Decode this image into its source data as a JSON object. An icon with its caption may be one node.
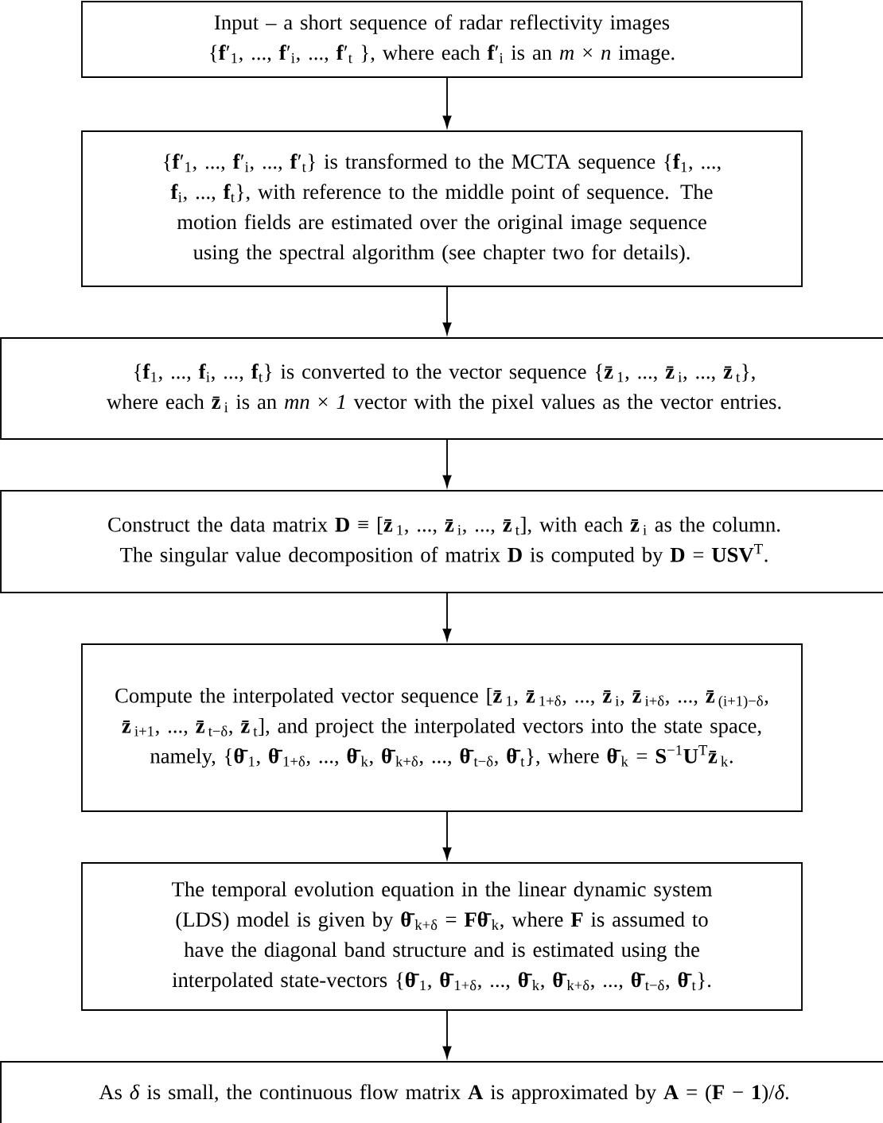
{
  "diagram": {
    "nodes": [
      {
        "text": [
          "Input – a short sequence of radar reflectivity images {**f**′$_{1}$, ..., **f**′$_{i}$, ..., **f**′$_{t}$ }, where each **f**′$_{i}$ is an *m* × *n* image."
        ]
      },
      {
        "text": [
          "{**f**′$_{1}$, ..., **f**′$_{i}$, ..., **f**′$_{t}$} is transformed to the MCTA sequence {**f**$_{1}$, ..., **f**$_{i}$, ..., **f**$_{t}$}, with reference to the middle point of sequence. The motion fields are estimated over the original image sequence using the spectral algorithm (see chapter two for details)."
        ]
      },
      {
        "text": [
          "{**f**$_{1}$, ..., **f**$_{i}$, ..., **f**$_{t}$} is converted to the vector sequence {**z̄**$_{1}$, ..., **z̄**$_{i}$, ..., **z̄**$_{t}$}, where each **z̄**$_{i}$ is an *mn* × *1* vector with the pixel values as the vector entries."
        ]
      },
      {
        "text": [
          "Construct the data matrix **D** ≡ [**z̄**$_{1}$, ..., **z̄**$_{i}$, ..., **z̄**$_{t}$], with each **z̄**$_{i}$ as the column. The singular value decomposition of matrix **D** is computed by **D** = **USV**$^{T}$."
        ]
      },
      {
        "text": [
          "Compute the interpolated vector sequence [**z̄**$_{1}$, **z̄**$_{1+δ}$, ..., **z̄**$_{i}$, **z̄**$_{i+δ}$, ..., **z̄**$_{(i+1)−δ}$, **z̄**$_{i+1}$, ..., **z̄**$_{t−δ}$, **z̄**$_{t}$], and project the interpolated vectors into the state space, namely, {**θ̄**$_{1}$, **θ̄**$_{1+δ}$, ..., **θ̄**$_{k}$, **θ̄**$_{k+δ}$, ..., **θ̄**$_{t−δ}$, **θ̄**$_{t}$}, where **θ̄**$_{k}$ = **S**$^{−1}$**U**$^{T}$**z̄**$_{k}$."
        ]
      },
      {
        "text": [
          "The temporal evolution equation in the linear dynamic system (LDS) model is given by **θ̄**$_{k+δ}$ = **Fθ̄**$_{k}$, where **F** is assumed to have the diagonal band structure and is estimated using the interpolated state-vectors {**θ̄**$_{1}$, **θ̄**$_{1+δ}$, ..., **θ̄**$_{k}$, **θ̄**$_{k+δ}$, ..., **θ̄**$_{t−δ}$, **θ̄**$_{t}$}."
        ]
      },
      {
        "text": [
          "As *δ* is small, the continuous flow matrix **A** is approximated by **A** = (**F** − **1**)/*δ*."
        ]
      }
    ],
    "edges": [
      {
        "from": 0,
        "to": 1,
        "arrow": "to"
      },
      {
        "from": 1,
        "to": 2,
        "arrow": "to"
      },
      {
        "from": 2,
        "to": 3,
        "arrow": "to"
      },
      {
        "from": 3,
        "to": 4,
        "arrow": "to"
      },
      {
        "from": 4,
        "to": 5,
        "arrow": "to"
      },
      {
        "from": 5,
        "to": 6,
        "arrow": "to"
      }
    ]
  }
}
